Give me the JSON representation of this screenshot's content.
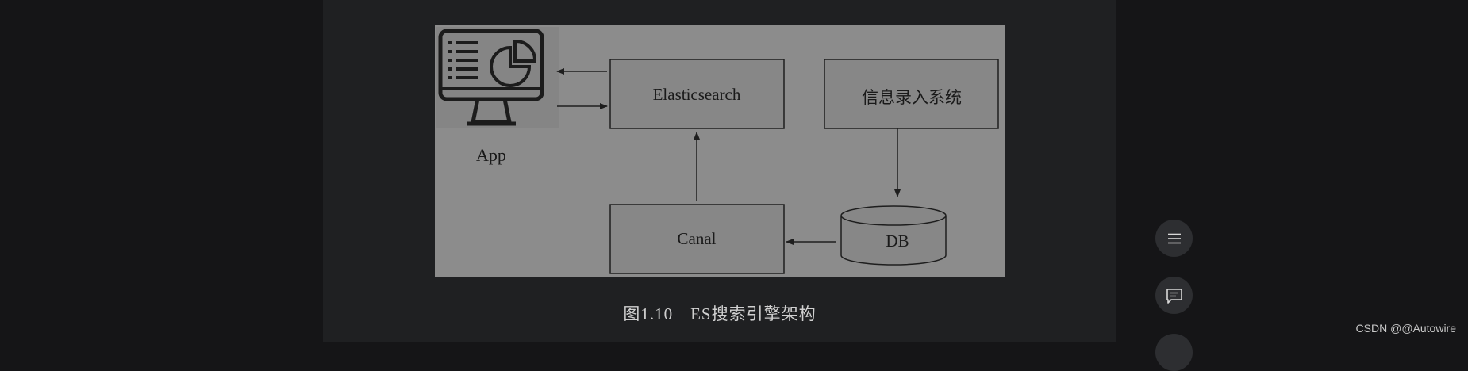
{
  "diagram": {
    "app_label": "App",
    "elasticsearch_label": "Elasticsearch",
    "entry_system_label": "信息录入系统",
    "canal_label": "Canal",
    "db_label": "DB"
  },
  "caption": {
    "number": "图1.10",
    "title": "ES搜索引擎架构"
  },
  "toolbar": {
    "toc_icon": "list-icon",
    "comment_icon": "comment-icon"
  },
  "watermark": "CSDN @@Autowire"
}
